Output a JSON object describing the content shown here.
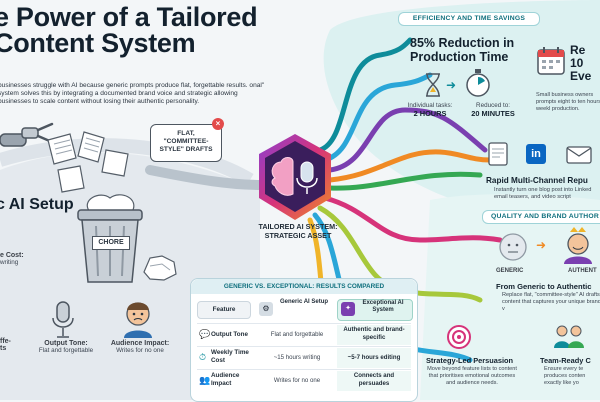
{
  "header": {
    "title_line1": "e Power of a Tailored",
    "title_line2": "Content System",
    "intro": "businesses struggle with AI because generic prompts produce flat, forgettable results. onal\" system solves this by integrating a documented brand voice and strategic allowing businesses to scale content without losing their authentic personality."
  },
  "left": {
    "bubble": "FLAT, \"COMMITTEE-STYLE\" DRAFTS",
    "setup_label": "c AI Setup",
    "bin_label": "CHORE",
    "cost_label": "e Cost:",
    "cost_value": "writing",
    "drafts_label": "ffe-",
    "drafts_value": "ts",
    "tone_label": "Output Tone:",
    "tone_value": "Flat and forgettable",
    "impact_label": "Audience Impact:",
    "impact_value": "Writes for no one"
  },
  "center": {
    "asset_line1": "TAILORED AI SYSTEM:",
    "asset_line2": "STRATEGIC ASSET"
  },
  "efficiency": {
    "section": "EFFICIENCY AND TIME SAVINGS",
    "headline_line1": "85% Reduction in",
    "headline_line2": "Production Time",
    "before_label": "Individual tasks:",
    "before_value": "2 HOURS",
    "after_label": "Reduced to:",
    "after_value": "20 MINUTES",
    "reclaim_line1": "Re",
    "reclaim_line2": "10",
    "reclaim_line3": "Eve",
    "reclaim_desc": "Small business owners prompts eight to ten hours weekl production."
  },
  "repurpose": {
    "title": "Rapid Multi-Channel Repu",
    "desc": "Instantly turn one blog post into Linked email teasers, and video script"
  },
  "quality": {
    "section": "QUALITY AND BRAND AUTHOR",
    "generic": "GENERIC",
    "authentic": "AUTHENT",
    "title": "From Generic to Authentic",
    "desc": "Replace flat, \"committee-style\" AI drafts content that captures your unique brand v",
    "strategy_title": "Strategy-Led Persuasion",
    "strategy_desc": "Move beyond feature lists to content that prioritises emotional outcomes and audience needs.",
    "team_title": "Team-Ready C",
    "team_desc": "Ensure every te produces conten exactly like yo"
  },
  "table": {
    "title": "GENERIC VS. EXCEPTIONAL: RESULTS COMPARED",
    "col_feature": "Feature",
    "col_generic": "Generic AI Setup",
    "col_exceptional": "Exceptional AI System",
    "rows": [
      {
        "feature": "Output Tone",
        "generic": "Flat and forgettable",
        "exceptional": "Authentic and brand-specific"
      },
      {
        "feature": "Weekly Time Cost",
        "generic": "~15 hours writing",
        "exceptional": "~5-7 hours editing"
      },
      {
        "feature": "Audience Impact",
        "generic": "Writes for no one",
        "exceptional": "Connects and persuades"
      }
    ]
  },
  "colors": {
    "teal": "#0e8c9a",
    "orange": "#f08a24",
    "purple": "#7a3fb0",
    "green": "#35a853",
    "pink": "#d6337a"
  }
}
